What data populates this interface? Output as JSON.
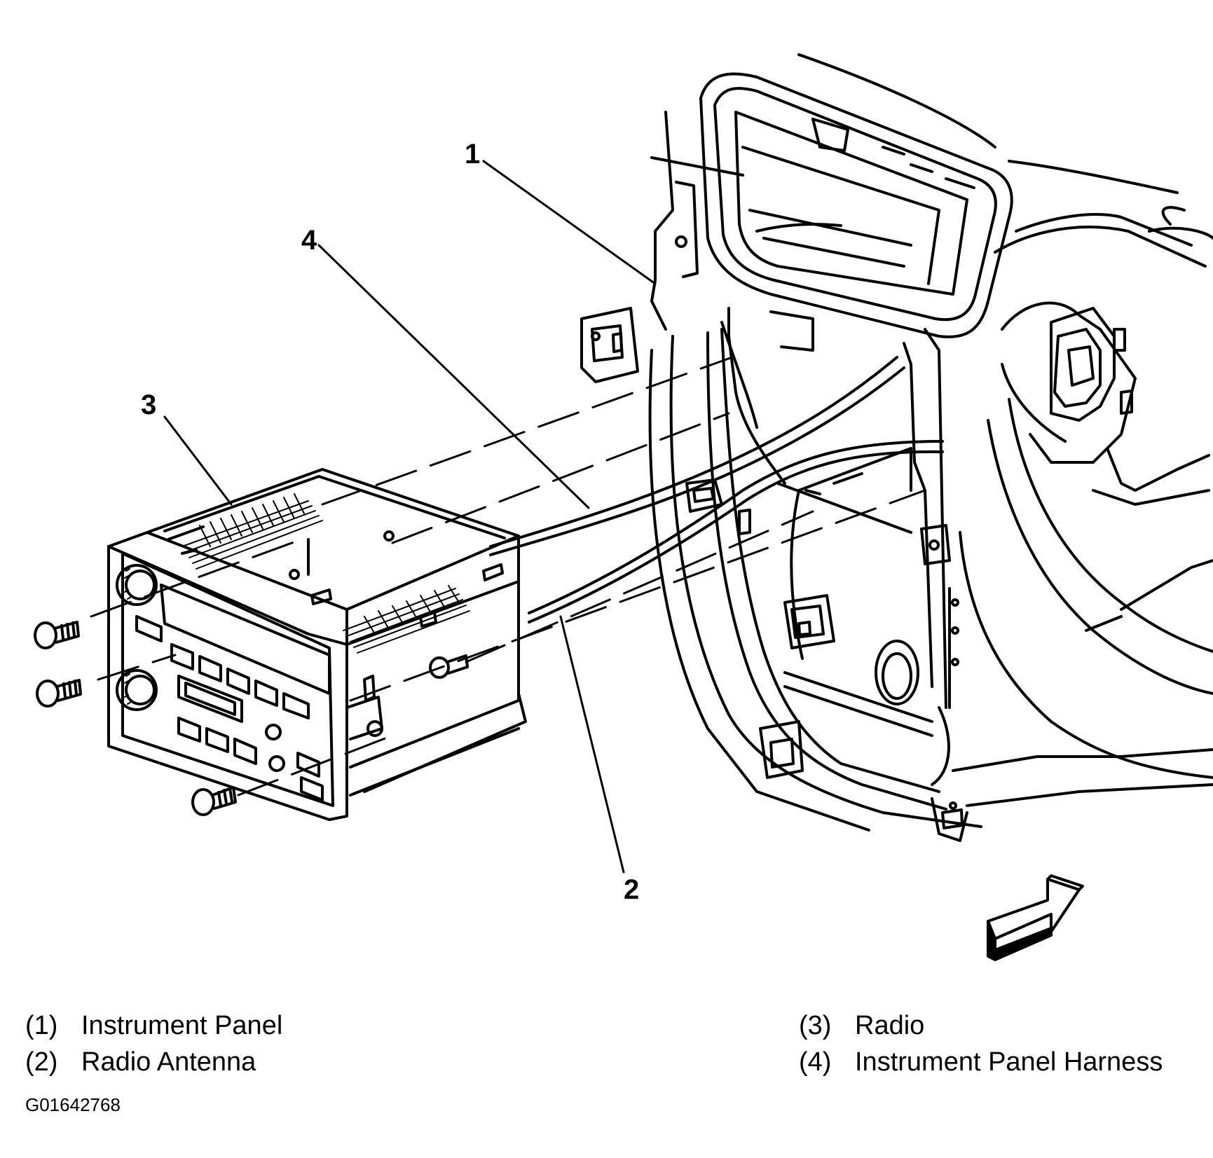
{
  "diagram": {
    "callouts": [
      {
        "number": "1",
        "target": "Instrument Panel"
      },
      {
        "number": "2",
        "target": "Radio Antenna"
      },
      {
        "number": "3",
        "target": "Radio"
      },
      {
        "number": "4",
        "target": "Instrument Panel Harness"
      }
    ],
    "legend": [
      {
        "index": "(1)",
        "label": "Instrument Panel"
      },
      {
        "index": "(2)",
        "label": "Radio Antenna"
      },
      {
        "index": "(3)",
        "label": "Radio"
      },
      {
        "index": "(4)",
        "label": "Instrument Panel Harness"
      }
    ],
    "figure_id": "G01642768"
  }
}
